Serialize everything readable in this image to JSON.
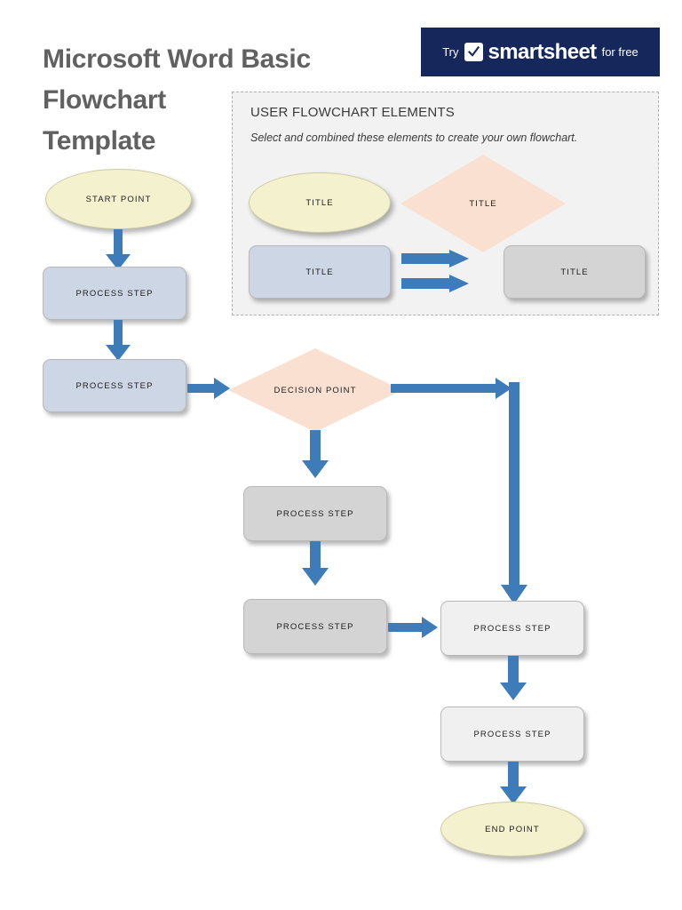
{
  "document": {
    "title": "Microsoft Word Basic Flowchart Template",
    "title_line1": "Microsoft Word Basic Flowchart",
    "title_line2": "Template"
  },
  "banner": {
    "try_label": "Try",
    "brand": "smartsheet",
    "free_label": "for free",
    "icon": "checkmark-icon",
    "background_color": "#16275c",
    "text_color": "#ffffff"
  },
  "legend": {
    "heading": "USER FLOWCHART ELEMENTS",
    "subheading": "Select and combined these elements to create your own flowchart.",
    "background_color": "#f2f2f2",
    "border_color": "#b0b0b0",
    "items": [
      {
        "label": "TITLE",
        "shape": "ellipse",
        "color": "#f4f1cf"
      },
      {
        "label": "TITLE",
        "shape": "diamond",
        "color": "#fae0d0"
      },
      {
        "label": "TITLE",
        "shape": "rounded-rect",
        "color": "#ccd6e4"
      },
      {
        "label": "TITLE",
        "shape": "rounded-rect",
        "color": "#d4d4d4"
      }
    ],
    "connector_arrows": 2
  },
  "palette": {
    "arrow_blue": "#3d7cb8",
    "start_end_yellow": "#f4f1cf",
    "process_blue_gray": "#ccd6e4",
    "process_gray": "#d4d4d4",
    "process_light_gray": "#f0f0f0",
    "decision_peach": "#fae0d0",
    "title_gray": "#616161"
  },
  "chart_data": {
    "type": "diagram",
    "title": "Microsoft Word Basic Flowchart Template",
    "nodes": [
      {
        "id": "n1",
        "label": "START POINT",
        "shape": "ellipse",
        "color": "#f4f1cf"
      },
      {
        "id": "n2",
        "label": "PROCESS STEP",
        "shape": "rounded-rect",
        "color": "#ccd6e4"
      },
      {
        "id": "n3",
        "label": "PROCESS STEP",
        "shape": "rounded-rect",
        "color": "#ccd6e4"
      },
      {
        "id": "n4",
        "label": "DECISION POINT",
        "shape": "diamond",
        "color": "#fae0d0"
      },
      {
        "id": "n5",
        "label": "PROCESS STEP",
        "shape": "rounded-rect",
        "color": "#d4d4d4"
      },
      {
        "id": "n6",
        "label": "PROCESS STEP",
        "shape": "rounded-rect",
        "color": "#d4d4d4"
      },
      {
        "id": "n7",
        "label": "PROCESS STEP",
        "shape": "rounded-rect",
        "color": "#f0f0f0"
      },
      {
        "id": "n8",
        "label": "PROCESS STEP",
        "shape": "rounded-rect",
        "color": "#f0f0f0"
      },
      {
        "id": "n9",
        "label": "END POINT",
        "shape": "ellipse",
        "color": "#f4f1cf"
      }
    ],
    "edges": [
      {
        "from": "n1",
        "to": "n2",
        "direction": "down"
      },
      {
        "from": "n2",
        "to": "n3",
        "direction": "down"
      },
      {
        "from": "n3",
        "to": "n4",
        "direction": "right"
      },
      {
        "from": "n4",
        "to": "n5",
        "direction": "down"
      },
      {
        "from": "n4",
        "to": "n7",
        "direction": "right-then-down"
      },
      {
        "from": "n5",
        "to": "n6",
        "direction": "down"
      },
      {
        "from": "n6",
        "to": "n7",
        "direction": "right"
      },
      {
        "from": "n7",
        "to": "n8",
        "direction": "down"
      },
      {
        "from": "n8",
        "to": "n9",
        "direction": "down"
      }
    ]
  },
  "nodes": {
    "start_point": "START POINT",
    "process_1": "PROCESS STEP",
    "process_2": "PROCESS STEP",
    "decision": "DECISION POINT",
    "process_3": "PROCESS STEP",
    "process_4": "PROCESS STEP",
    "process_5": "PROCESS STEP",
    "process_6": "PROCESS STEP",
    "end_point": "END POINT"
  }
}
